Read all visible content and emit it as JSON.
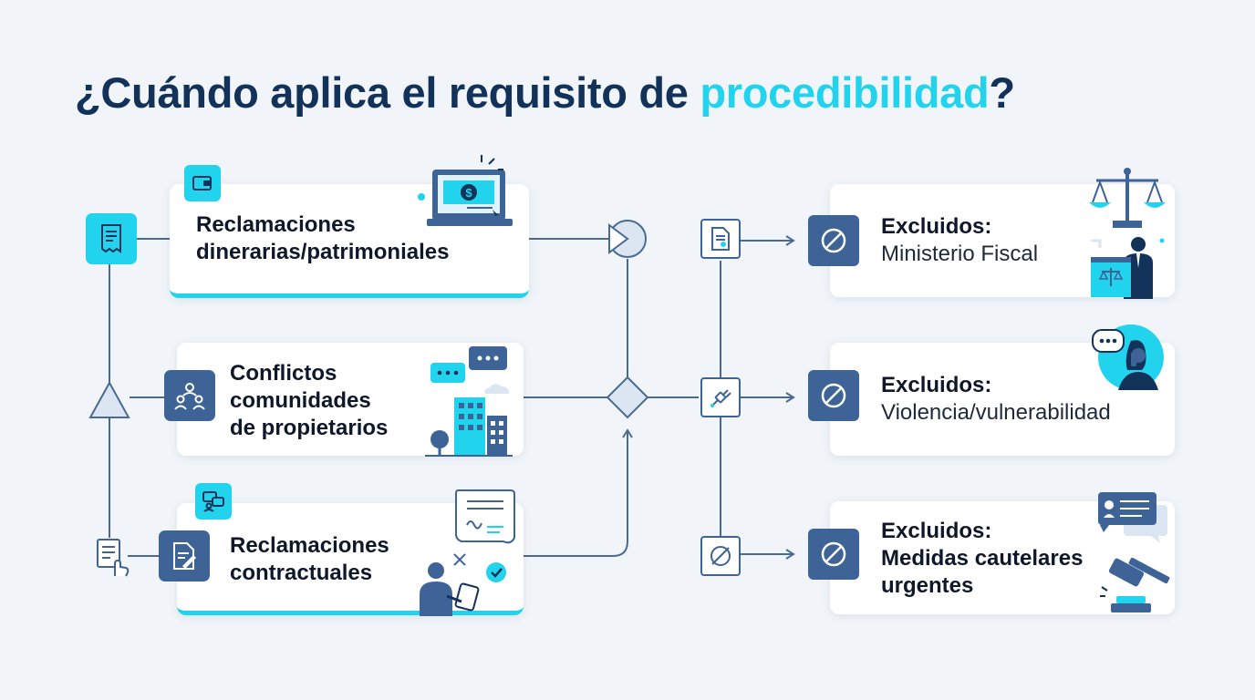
{
  "title": {
    "prefix": "¿Cuándo aplica el requisito de ",
    "highlight": "procedibilidad",
    "suffix": "?"
  },
  "colors": {
    "navy": "#12325a",
    "accent_cyan": "#22d3ee",
    "icon_blue": "#3e6497",
    "line": "#4b6a91",
    "background": "#f1f5f9"
  },
  "applies": [
    {
      "lines": [
        "Reclamaciones",
        "dinerarias/patrimoniales"
      ],
      "icon": "wallet-icon",
      "illustration": "laptop-money-icon"
    },
    {
      "lines": [
        "Conflictos",
        "comunidades",
        "de propietarios"
      ],
      "icon": "community-people-icon",
      "illustration": "buildings-chat-icon"
    },
    {
      "lines": [
        "Reclamaciones",
        "contractuales"
      ],
      "icon": "contract-document-icon",
      "illustration": "person-signing-contract-icon"
    }
  ],
  "excluded": [
    {
      "label": "Excluidos:",
      "detail": [
        "Ministerio Fiscal"
      ],
      "illustration": "scales-prosecutor-icon"
    },
    {
      "label": "Excluidos:",
      "detail": [
        "Violencia/vulnerabilidad"
      ],
      "illustration": "person-phone-call-icon"
    },
    {
      "label": "Excluidos:",
      "detail": [
        "Medidas cautelares",
        "urgentes"
      ],
      "illustration": "gavel-message-icon"
    }
  ]
}
